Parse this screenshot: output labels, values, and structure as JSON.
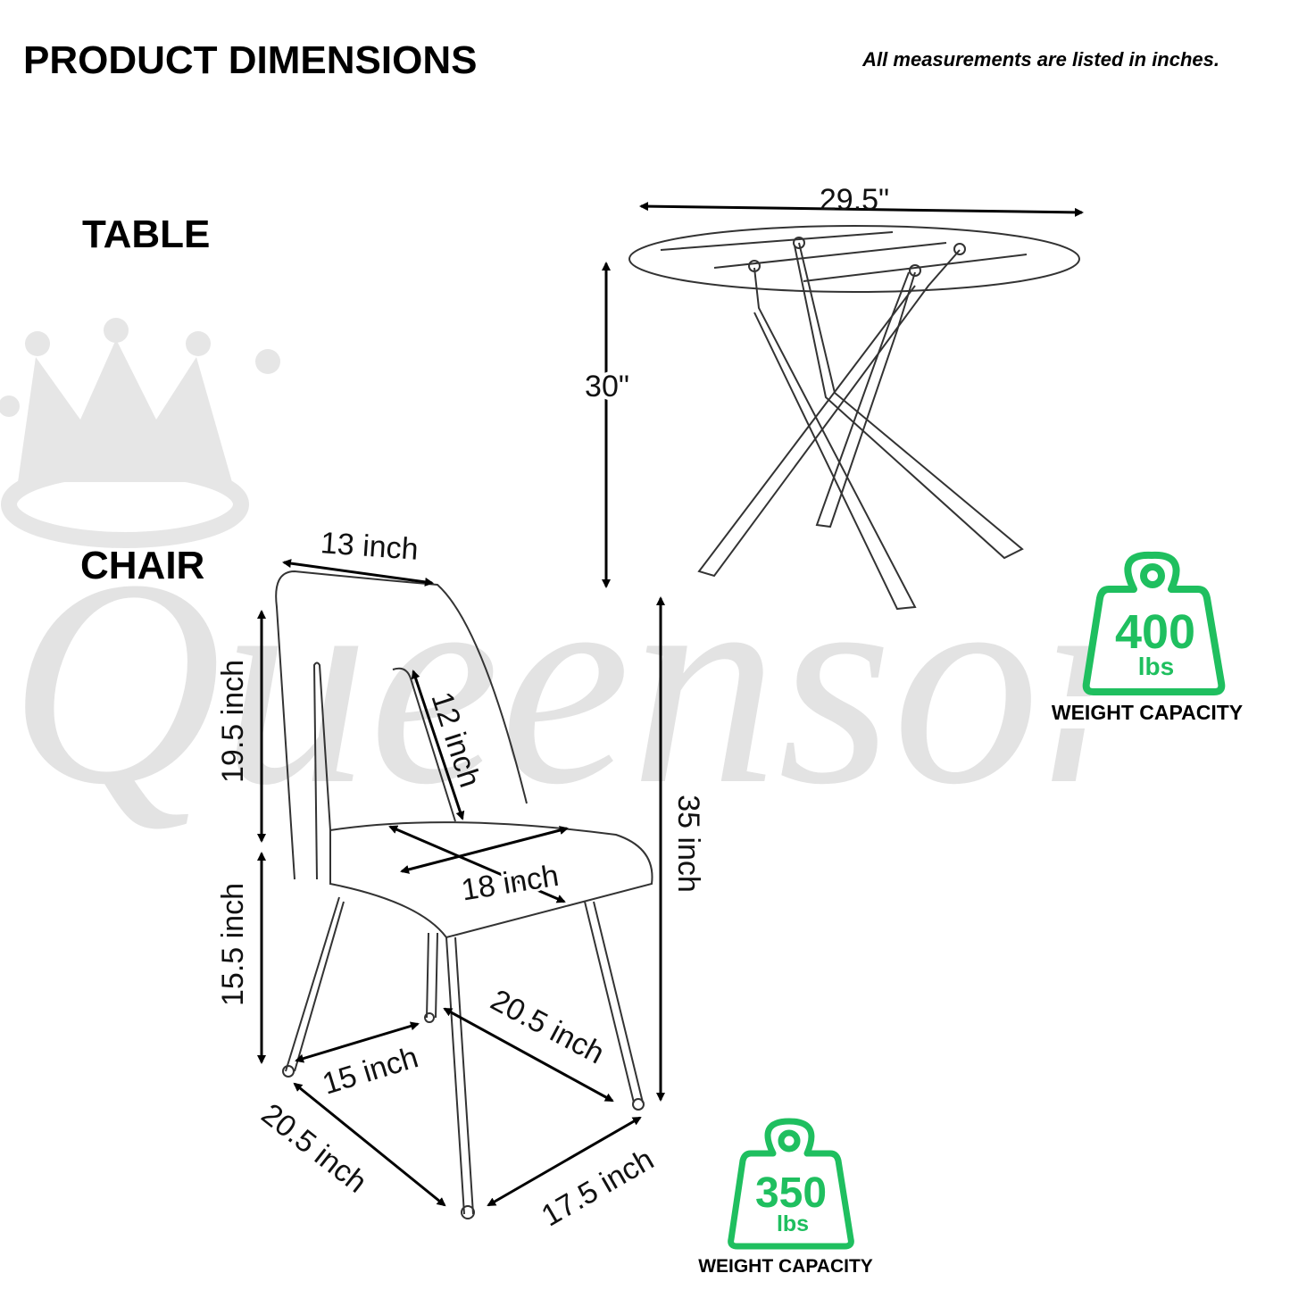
{
  "header": {
    "title": "PRODUCT DIMENSIONS",
    "note": "All measurements are listed in inches."
  },
  "watermark": {
    "text": "Queensor",
    "icon": "crown-icon"
  },
  "table": {
    "label": "TABLE",
    "dimensions": {
      "diameter": "29.5\"",
      "height": "30\""
    },
    "weight_capacity": {
      "value": "400",
      "unit": "lbs",
      "caption": "WEIGHT CAPACITY"
    }
  },
  "chair": {
    "label": "CHAIR",
    "dimensions": {
      "back_top_width": "13 inch",
      "back_height": "19.5 inch",
      "seat_height": "15.5 inch",
      "back_opening": "12 inch",
      "seat_width": "18 inch",
      "total_height": "35 inch",
      "leg_depth_side": "20.5 inch",
      "leg_back_width": "15 inch",
      "base_depth": "20.5 inch",
      "base_width": "17.5 inch"
    },
    "weight_capacity": {
      "value": "350",
      "unit": "lbs",
      "caption": "WEIGHT CAPACITY"
    }
  },
  "colors": {
    "accent_green": "#1fbf5f",
    "watermark_gray": "#e6e6e6",
    "text": "#000000"
  }
}
